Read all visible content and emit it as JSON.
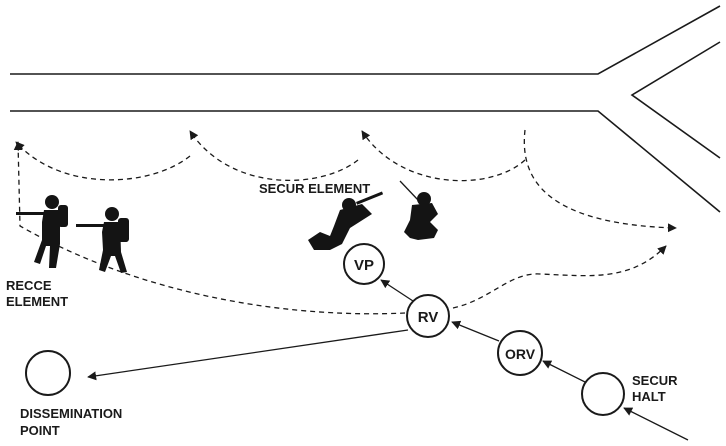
{
  "labels": {
    "secur_element": "SECUR ELEMENT",
    "recce_line1": "RECCE",
    "recce_line2": "ELEMENT",
    "dissemination_line1": "DISSEMINATION",
    "dissemination_line2": "POINT",
    "secur_halt_line1": "SECUR",
    "secur_halt_line2": "HALT"
  },
  "nodes": {
    "vp": "VP",
    "rv": "RV",
    "orv": "ORV"
  },
  "colors": {
    "ink": "#1a1a1a",
    "background": "#ffffff"
  },
  "icons": [
    "soldier-silhouette-icon",
    "arrowhead-icon"
  ]
}
